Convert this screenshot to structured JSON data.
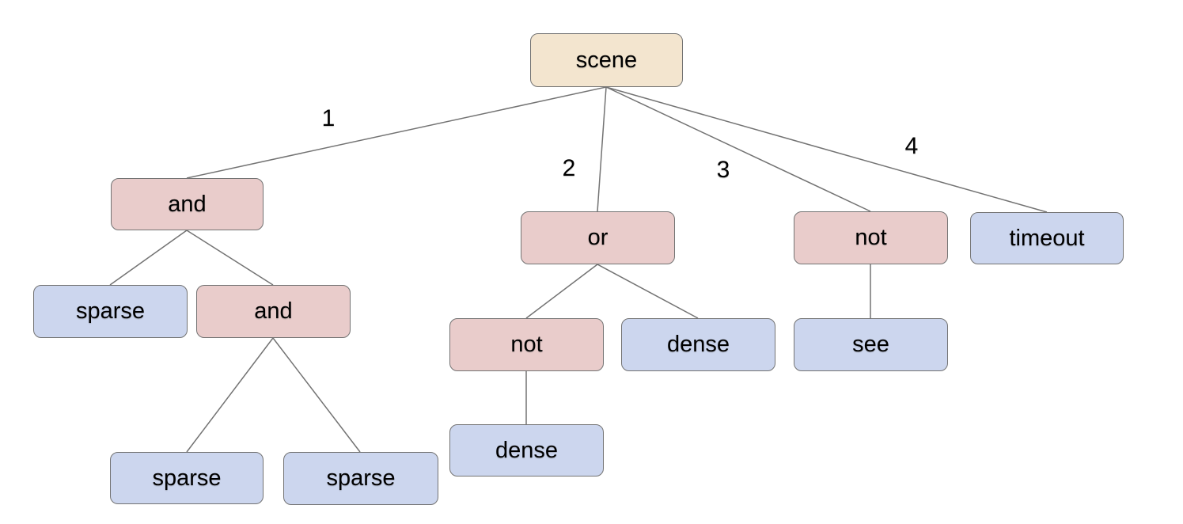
{
  "diagram": {
    "type": "tree",
    "root_id": "scene"
  },
  "nodes": [
    {
      "id": "scene",
      "label": "scene",
      "kind": "root"
    },
    {
      "id": "and-1",
      "label": "and",
      "kind": "operator"
    },
    {
      "id": "or-1",
      "label": "or",
      "kind": "operator"
    },
    {
      "id": "not-1",
      "label": "not",
      "kind": "operator"
    },
    {
      "id": "timeout-1",
      "label": "timeout",
      "kind": "leaf"
    },
    {
      "id": "sparse-1",
      "label": "sparse",
      "kind": "leaf"
    },
    {
      "id": "and-2",
      "label": "and",
      "kind": "operator"
    },
    {
      "id": "not-2",
      "label": "not",
      "kind": "operator"
    },
    {
      "id": "dense-1",
      "label": "dense",
      "kind": "leaf"
    },
    {
      "id": "see-1",
      "label": "see",
      "kind": "leaf"
    },
    {
      "id": "sparse-2",
      "label": "sparse",
      "kind": "leaf"
    },
    {
      "id": "sparse-3",
      "label": "sparse",
      "kind": "leaf"
    },
    {
      "id": "dense-2",
      "label": "dense",
      "kind": "leaf"
    }
  ],
  "edges": [
    {
      "from": "scene",
      "to": "and-1",
      "label": "1"
    },
    {
      "from": "scene",
      "to": "or-1",
      "label": "2"
    },
    {
      "from": "scene",
      "to": "not-1",
      "label": "3"
    },
    {
      "from": "scene",
      "to": "timeout-1",
      "label": "4"
    },
    {
      "from": "and-1",
      "to": "sparse-1",
      "label": ""
    },
    {
      "from": "and-1",
      "to": "and-2",
      "label": ""
    },
    {
      "from": "and-2",
      "to": "sparse-2",
      "label": ""
    },
    {
      "from": "and-2",
      "to": "sparse-3",
      "label": ""
    },
    {
      "from": "or-1",
      "to": "not-2",
      "label": ""
    },
    {
      "from": "or-1",
      "to": "dense-1",
      "label": ""
    },
    {
      "from": "not-1",
      "to": "see-1",
      "label": ""
    },
    {
      "from": "not-2",
      "to": "dense-2",
      "label": ""
    }
  ],
  "colors": {
    "root_fill": "#f3e5cf",
    "operator_fill": "#e9cccb",
    "leaf_fill": "#ccd6ee",
    "border": "#737373",
    "edge": "#737373",
    "text": "#000000",
    "background": "#ffffff"
  }
}
